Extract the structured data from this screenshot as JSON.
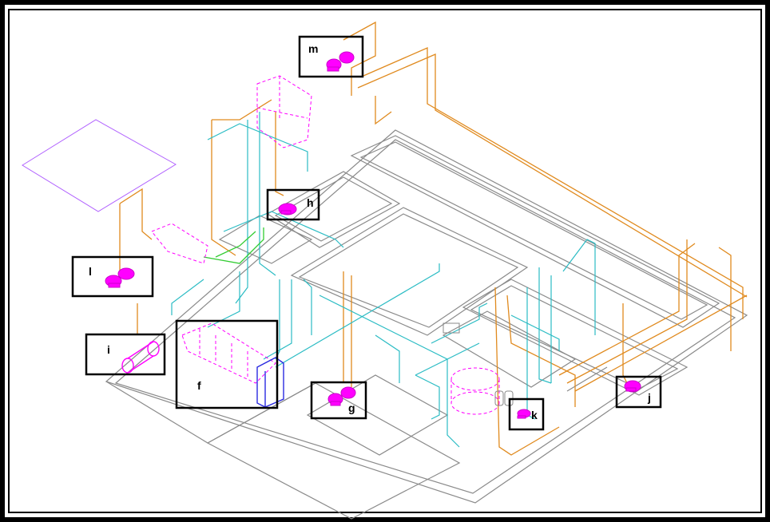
{
  "colors": {
    "frame": "#000000",
    "background": "#ffffff",
    "walls": "#8a8a8a",
    "orange_pipe": "#e08a1e",
    "cyan_pipe": "#2bbcc4",
    "equipment": "#ff00ff",
    "green_pipe": "#33cc33",
    "blue_box": "#2a2ae0",
    "roof_outline": "#b060ff"
  },
  "callouts": [
    {
      "id": "m",
      "label": "m"
    },
    {
      "id": "h",
      "label": "h"
    },
    {
      "id": "l",
      "label": "l"
    },
    {
      "id": "i",
      "label": "i"
    },
    {
      "id": "f",
      "label": "f"
    },
    {
      "id": "g",
      "label": "g"
    },
    {
      "id": "k",
      "label": "k"
    },
    {
      "id": "j",
      "label": "j"
    }
  ]
}
